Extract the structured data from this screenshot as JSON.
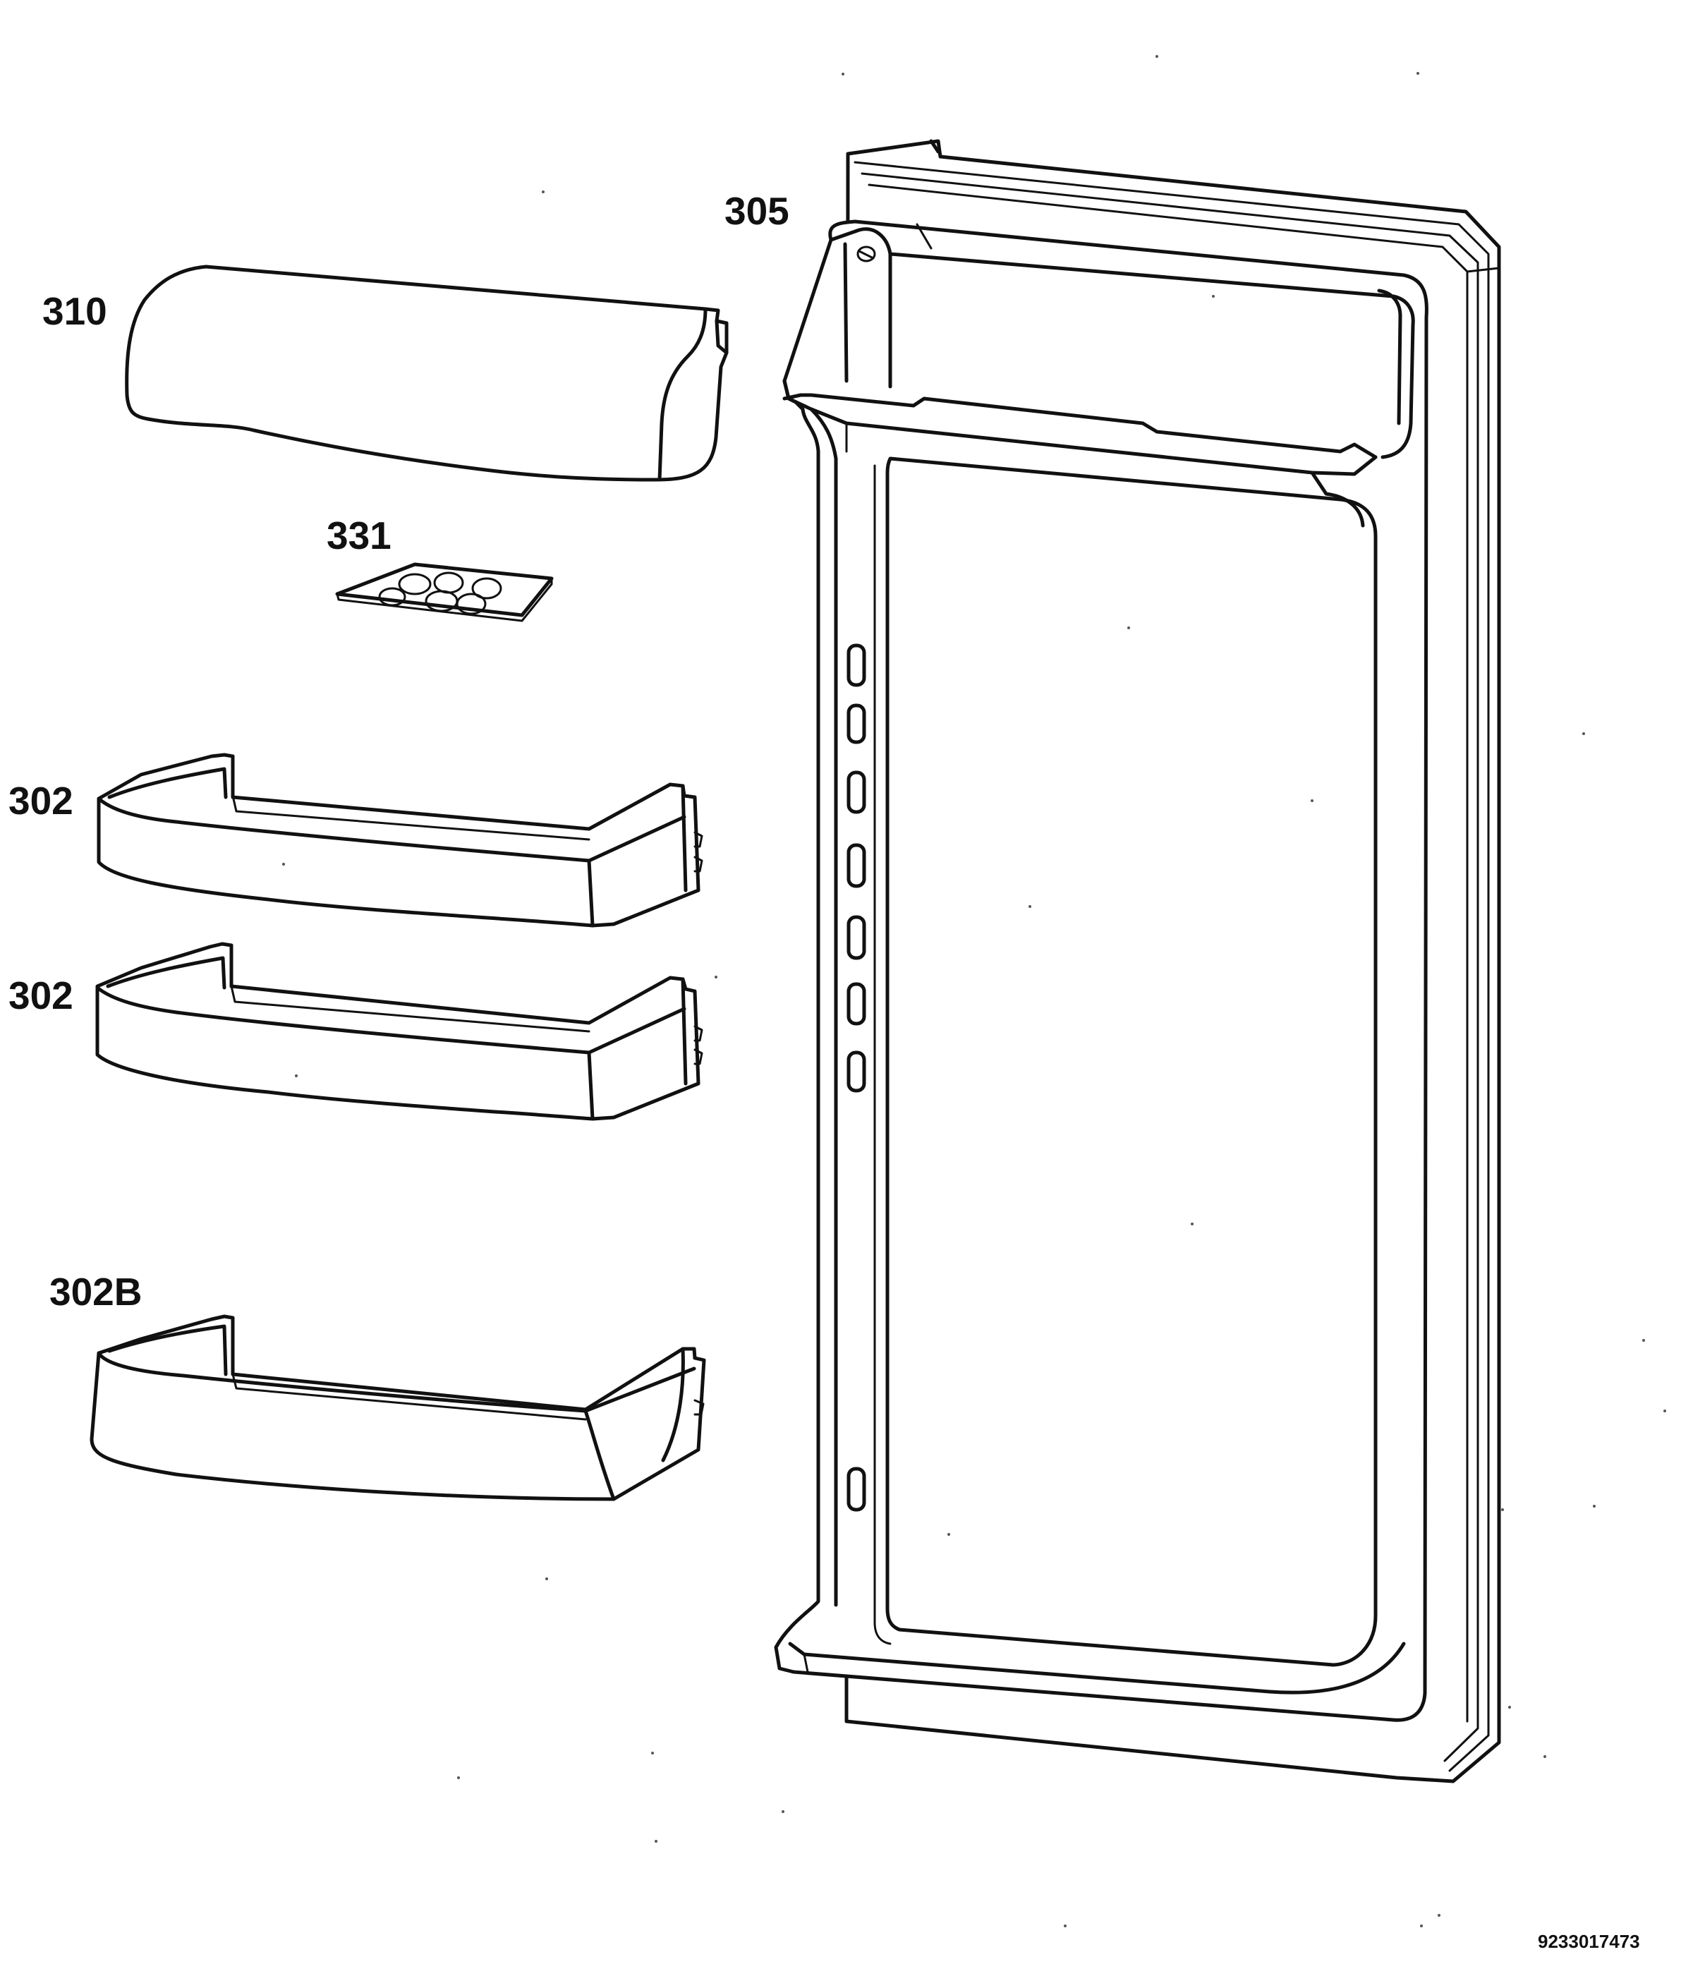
{
  "labels": {
    "door_panel": "305",
    "cover": "310",
    "egg_tray": "331",
    "shelf_upper": "302",
    "shelf_middle": "302",
    "shelf_bottom": "302B"
  },
  "document_number": "9233017473"
}
